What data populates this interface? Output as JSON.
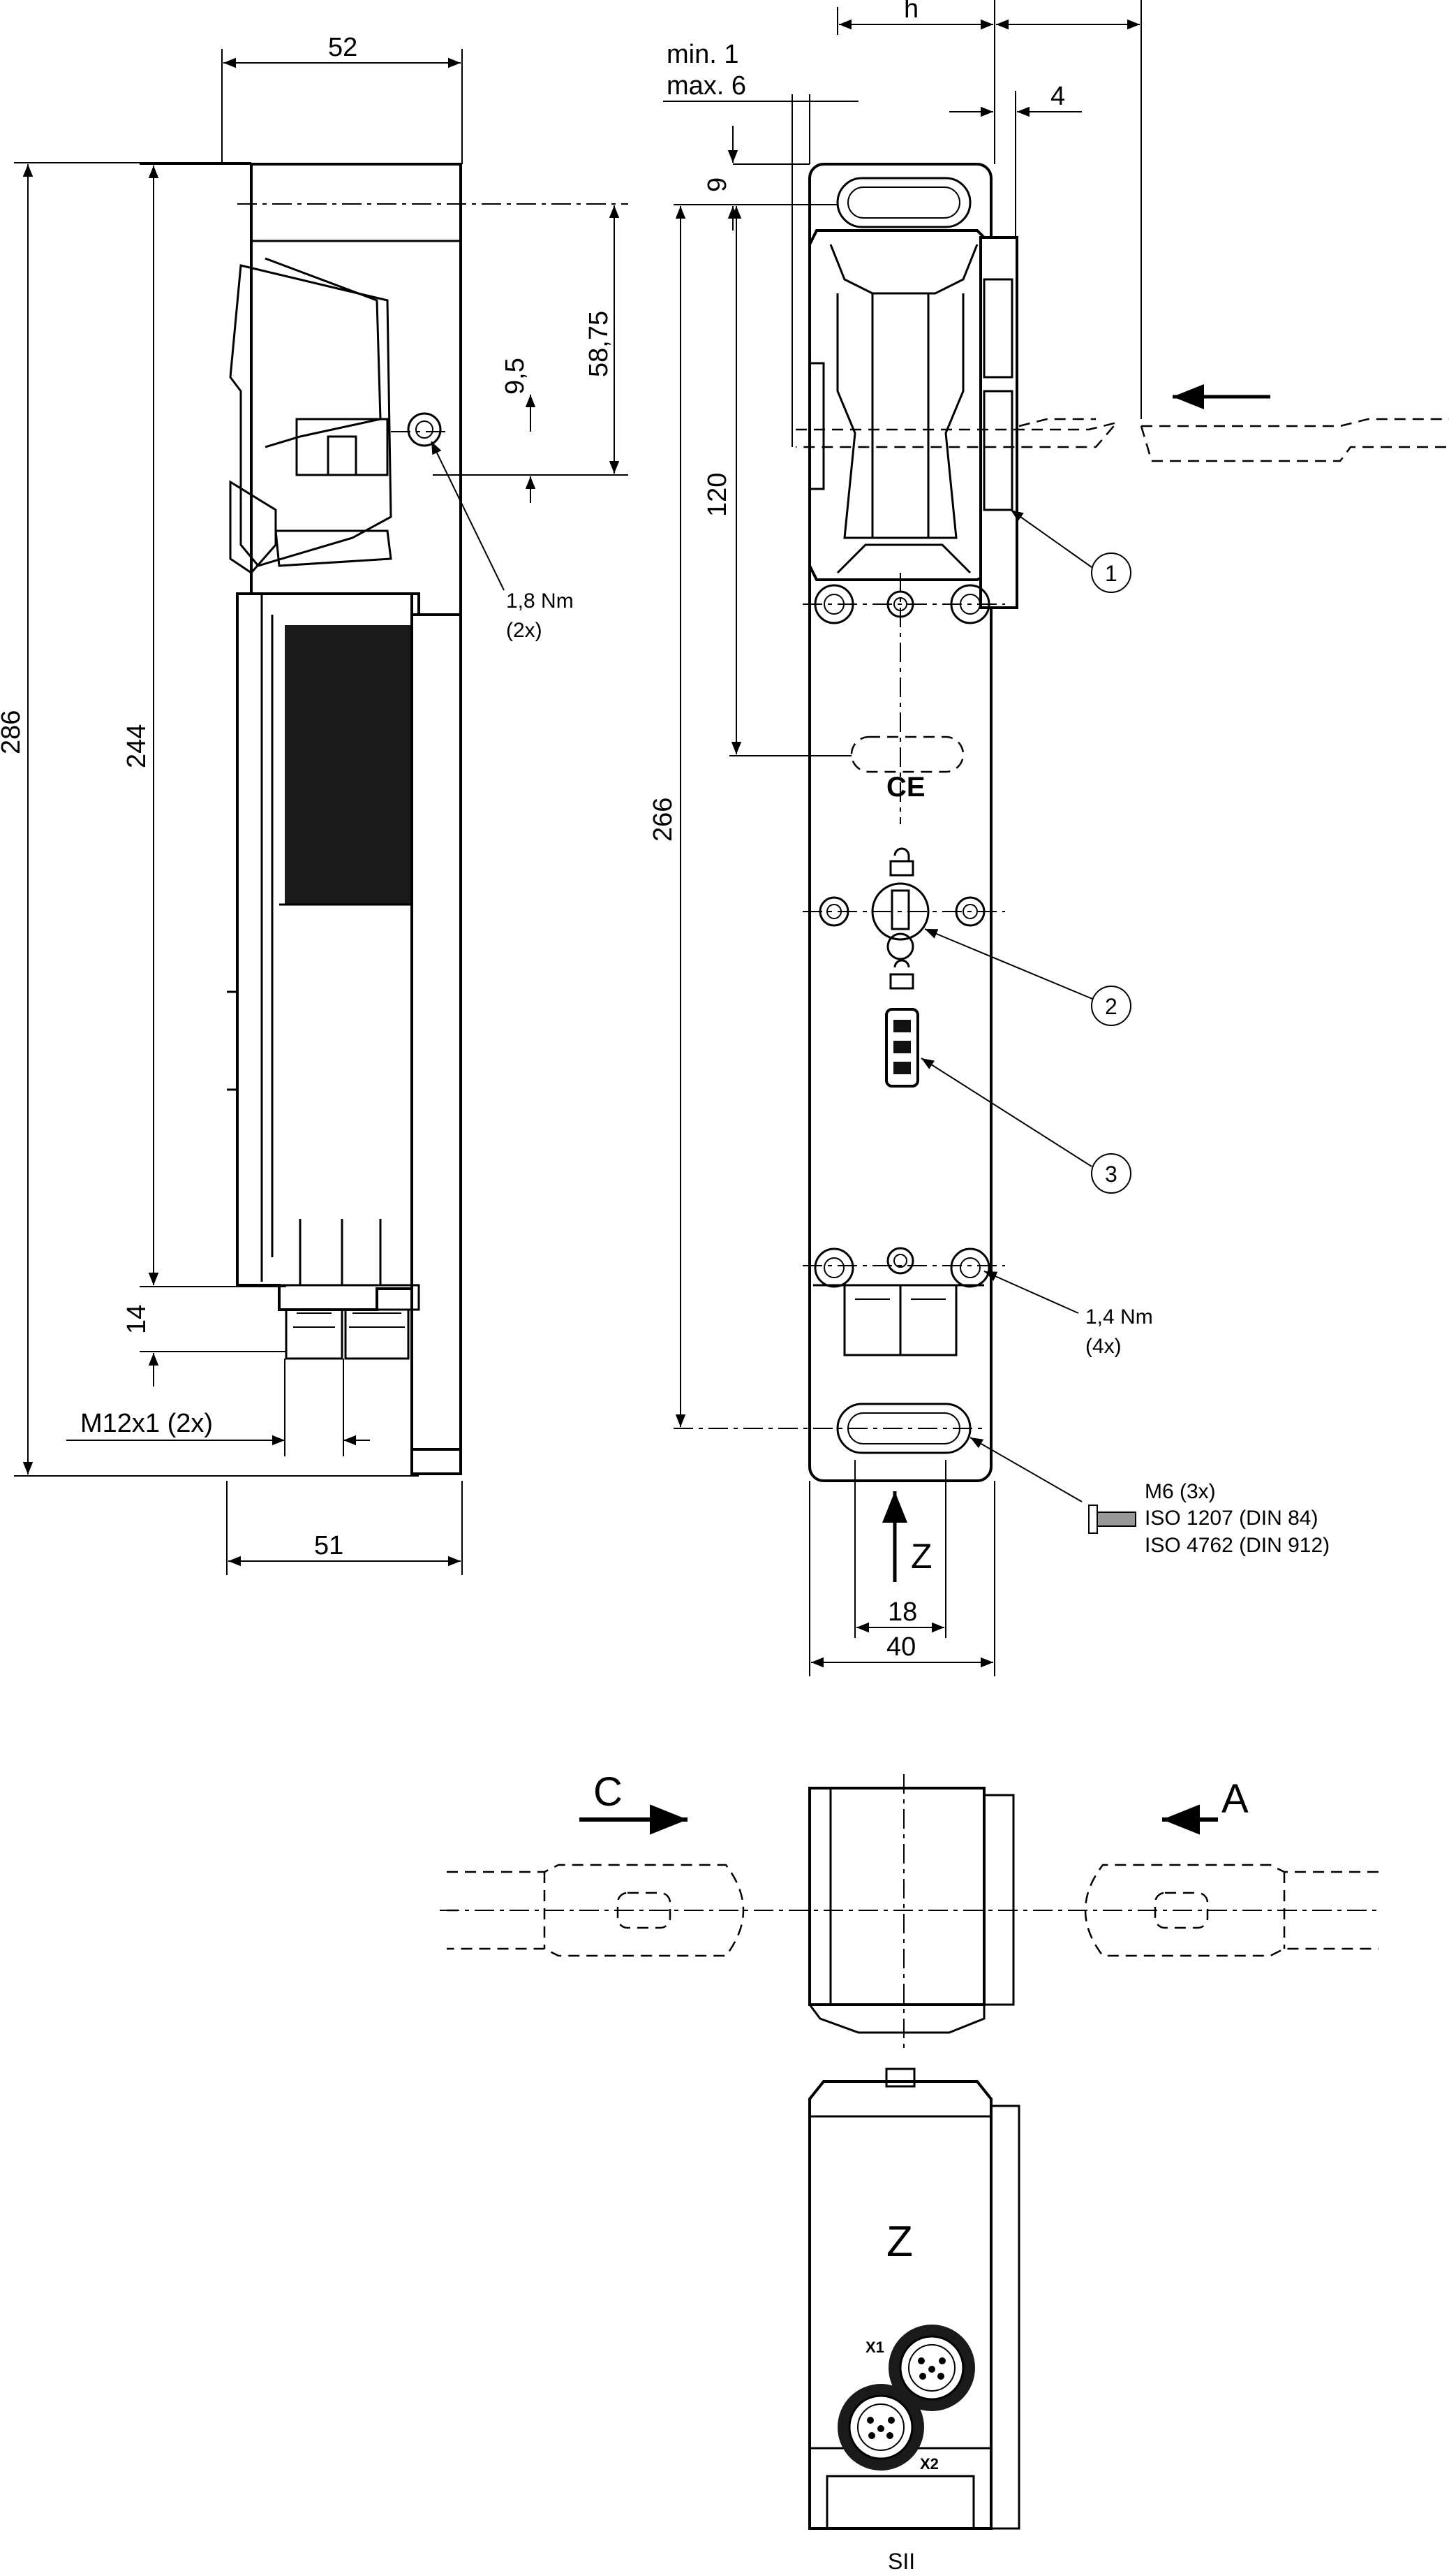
{
  "side_view": {
    "dim_width_top": "52",
    "dim_width_bottom": "51",
    "dim_height_total": "286",
    "dim_height_inner": "244",
    "dim_connector_offset": "14",
    "dim_screw_offset": "9,5",
    "dim_top_offset": "58,75",
    "torque_note": "1,8 Nm",
    "torque_count": "(2x)",
    "connector_note": "M12x1 (2x)"
  },
  "front_view": {
    "dim_min": "min. 1",
    "dim_max": "max. 6",
    "dim_h": "h",
    "dim_4": "4",
    "dim_9": "9",
    "dim_120": "120",
    "dim_266": "266",
    "dim_18": "18",
    "dim_40": "40",
    "view_label_z": "Z",
    "torque_note": "1,4 Nm",
    "torque_count": "(4x)",
    "screw_spec": "M6 (3x)",
    "screw_std_1": "ISO 1207 (DIN 84)",
    "screw_std_2": "ISO 4762 (DIN 912)",
    "ce_mark": "CE",
    "callouts": [
      "1",
      "2",
      "3"
    ]
  },
  "top_view": {
    "label_c": "C",
    "label_a": "A"
  },
  "bottom_view": {
    "title": "Z",
    "x1": "X1",
    "x2": "X2",
    "caption": "SII"
  }
}
